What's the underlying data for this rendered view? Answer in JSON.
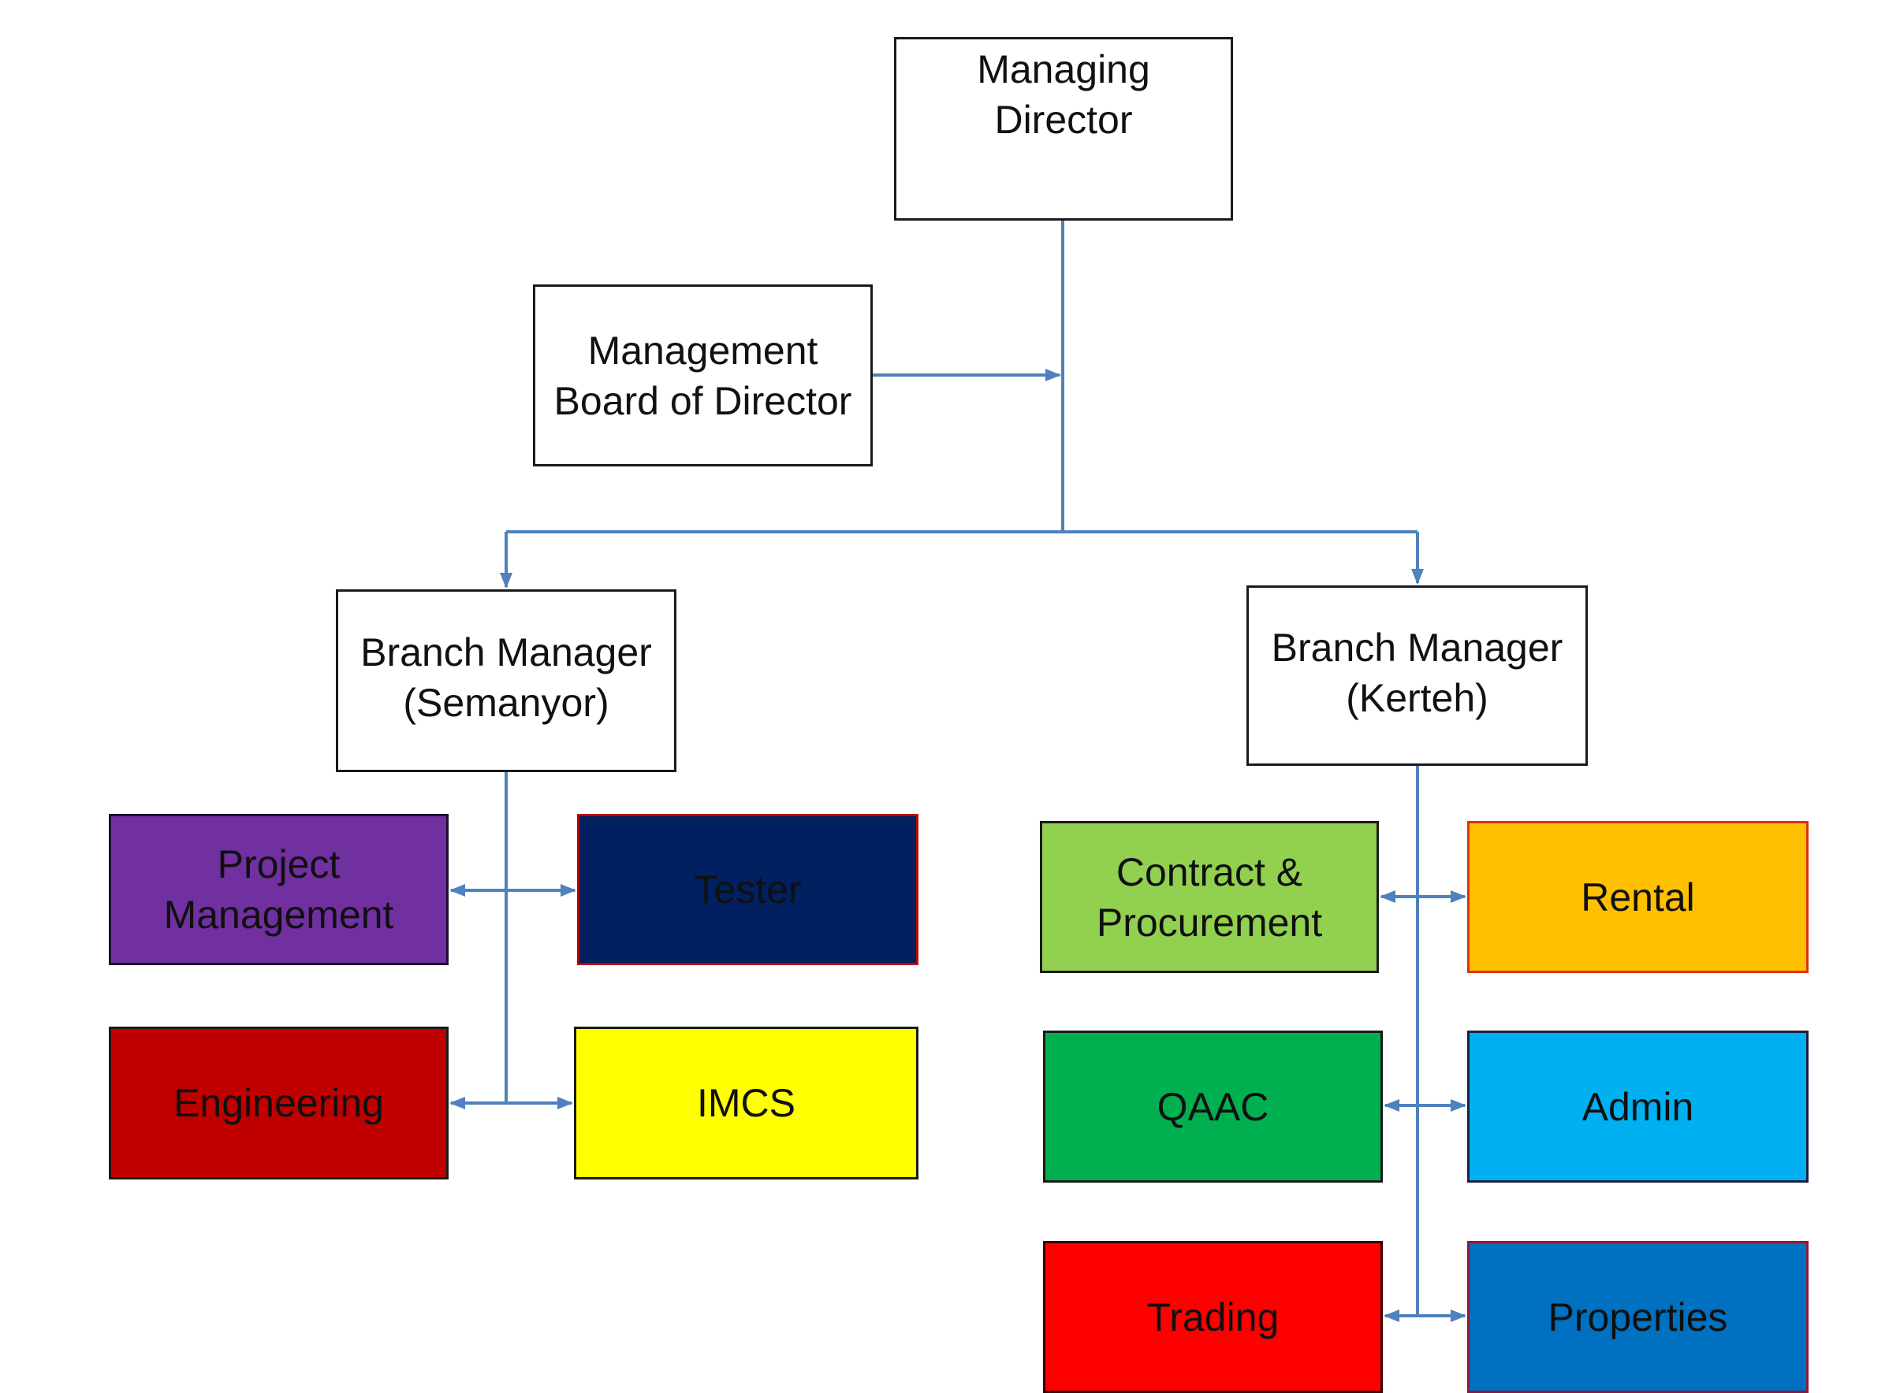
{
  "diagram": {
    "type": "org-chart",
    "connector_color": "#4f81bd",
    "nodes": {
      "managing_director": {
        "label": "Managing\nDirector",
        "fill": "#ffffff"
      },
      "management_board": {
        "label": "Management\nBoard of Director",
        "fill": "#ffffff"
      },
      "branch_semanyor": {
        "label": "Branch Manager\n(Semanyor)",
        "fill": "#ffffff"
      },
      "branch_kerteh": {
        "label": "Branch Manager\n(Kerteh)",
        "fill": "#ffffff"
      },
      "project_management": {
        "label": "Project\nManagement",
        "fill": "#7030a0",
        "border": "#1a1030"
      },
      "tester": {
        "label": "Tester",
        "fill": "#002060",
        "border": "#c00000"
      },
      "engineering": {
        "label": "Engineering",
        "fill": "#c00000",
        "border": "#1a1a1a"
      },
      "imcs": {
        "label": "IMCS",
        "fill": "#ffff00",
        "border": "#1a1a1a"
      },
      "contract_procurement": {
        "label": "Contract &\nProcurement",
        "fill": "#92d050",
        "border": "#1a1a1a"
      },
      "rental": {
        "label": "Rental",
        "fill": "#ffc000",
        "border": "#e03010"
      },
      "qaac": {
        "label": "QAAC",
        "fill": "#00b050",
        "border": "#1a1a1a"
      },
      "admin": {
        "label": "Admin",
        "fill": "#00b0f0",
        "border": "#1a2040"
      },
      "trading": {
        "label": "Trading",
        "fill": "#ff0000",
        "border": "#3a0000"
      },
      "properties": {
        "label": "Properties",
        "fill": "#0070c0",
        "border": "#8b1a3a"
      }
    },
    "edges": [
      {
        "from": "management_board",
        "to": "managing_director",
        "type": "arrow"
      },
      {
        "from": "managing_director",
        "to": "branch_semanyor",
        "type": "arrow"
      },
      {
        "from": "managing_director",
        "to": "branch_kerteh",
        "type": "arrow"
      },
      {
        "from": "branch_semanyor",
        "to": "project_management",
        "type": "arrow"
      },
      {
        "from": "branch_semanyor",
        "to": "tester",
        "type": "arrow"
      },
      {
        "from": "branch_semanyor",
        "to": "engineering",
        "type": "arrow"
      },
      {
        "from": "branch_semanyor",
        "to": "imcs",
        "type": "arrow"
      },
      {
        "from": "branch_kerteh",
        "to": "contract_procurement",
        "type": "arrow"
      },
      {
        "from": "branch_kerteh",
        "to": "rental",
        "type": "arrow"
      },
      {
        "from": "branch_kerteh",
        "to": "qaac",
        "type": "arrow"
      },
      {
        "from": "branch_kerteh",
        "to": "admin",
        "type": "arrow"
      },
      {
        "from": "branch_kerteh",
        "to": "trading",
        "type": "arrow"
      },
      {
        "from": "branch_kerteh",
        "to": "properties",
        "type": "arrow"
      }
    ]
  }
}
